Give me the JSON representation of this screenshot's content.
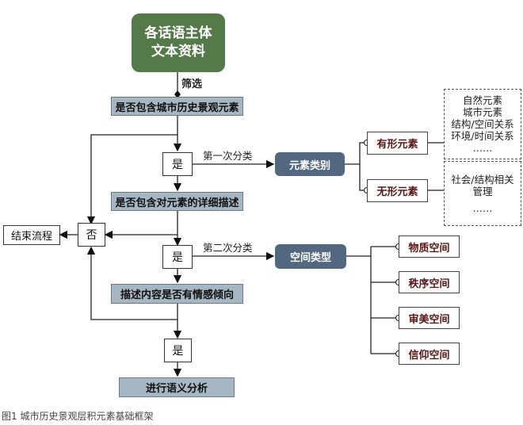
{
  "start": {
    "line1": "各话语主体",
    "line2": "文本资料"
  },
  "filter_label": "筛选",
  "q1": "是否包含城市历史景观元素",
  "q2": "是否包含对元素的详细描述",
  "q3": "描述内容是否有情感倾向",
  "final": "进行语义分析",
  "yes": "是",
  "no": "否",
  "end": "结束流程",
  "classify1": "第一次分类",
  "classify2": "第二次分类",
  "element_category": {
    "title": "元素类别",
    "tangible": "有形元素",
    "intangible": "无形元素",
    "tangible_items": [
      "自然元素",
      "城市元素",
      "结构/空间关系",
      "环境/时间关系",
      "……"
    ],
    "intangible_items": [
      "社会/结构相关",
      "管理",
      "……"
    ]
  },
  "space_type": {
    "title": "空间类型",
    "items": [
      "物质空间",
      "秩序空间",
      "审美空间",
      "信仰空间"
    ]
  },
  "caption": "图1  城市历史景观层积元素基础框架",
  "colors": {
    "start": "#557a4a",
    "question": "#a6b6c2",
    "category": "#536880",
    "leaf_text": "#5a1616"
  }
}
